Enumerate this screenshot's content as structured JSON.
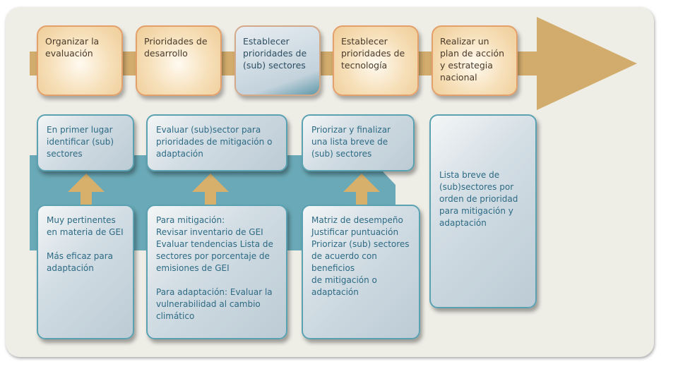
{
  "colors": {
    "gold": "#d2ac6c",
    "teal": "#6aa9b7",
    "text": "#2d6a84"
  },
  "steps": [
    "Organizar la evaluación",
    "Prioridades de desarrollo",
    "Establecer prioridades de (sub) sectores",
    "Establecer prioridades de tecnología",
    "Realizar un plan de acción y estrategia nacional"
  ],
  "goals": [
    "En primer lugar identificar (sub) sectores",
    "Evaluar (sub)sector para prioridades de mitigación o adaptación",
    "Priorizar y finalizar una lista breve de (sub) sectores"
  ],
  "output": "Lista breve de (sub)sectores  por orden de prioridad para mitigación y adaptación",
  "details": [
    [
      "Muy pertinentes en materia de GEI",
      "Más eficaz para adaptación"
    ],
    [
      "Para mitigación:\nRevisar inventario de GEI\nEvaluar tendencias Lista de sectores por porcentaje de emisiones de GEI",
      "Para adaptación: Evaluar la vulnerabilidad al  cambio climático"
    ],
    [
      "Matriz de desempeño\nJustificar puntuación\nPriorizar (sub) sectores de acuerdo con beneficios\nde mitigación o adaptación"
    ]
  ]
}
